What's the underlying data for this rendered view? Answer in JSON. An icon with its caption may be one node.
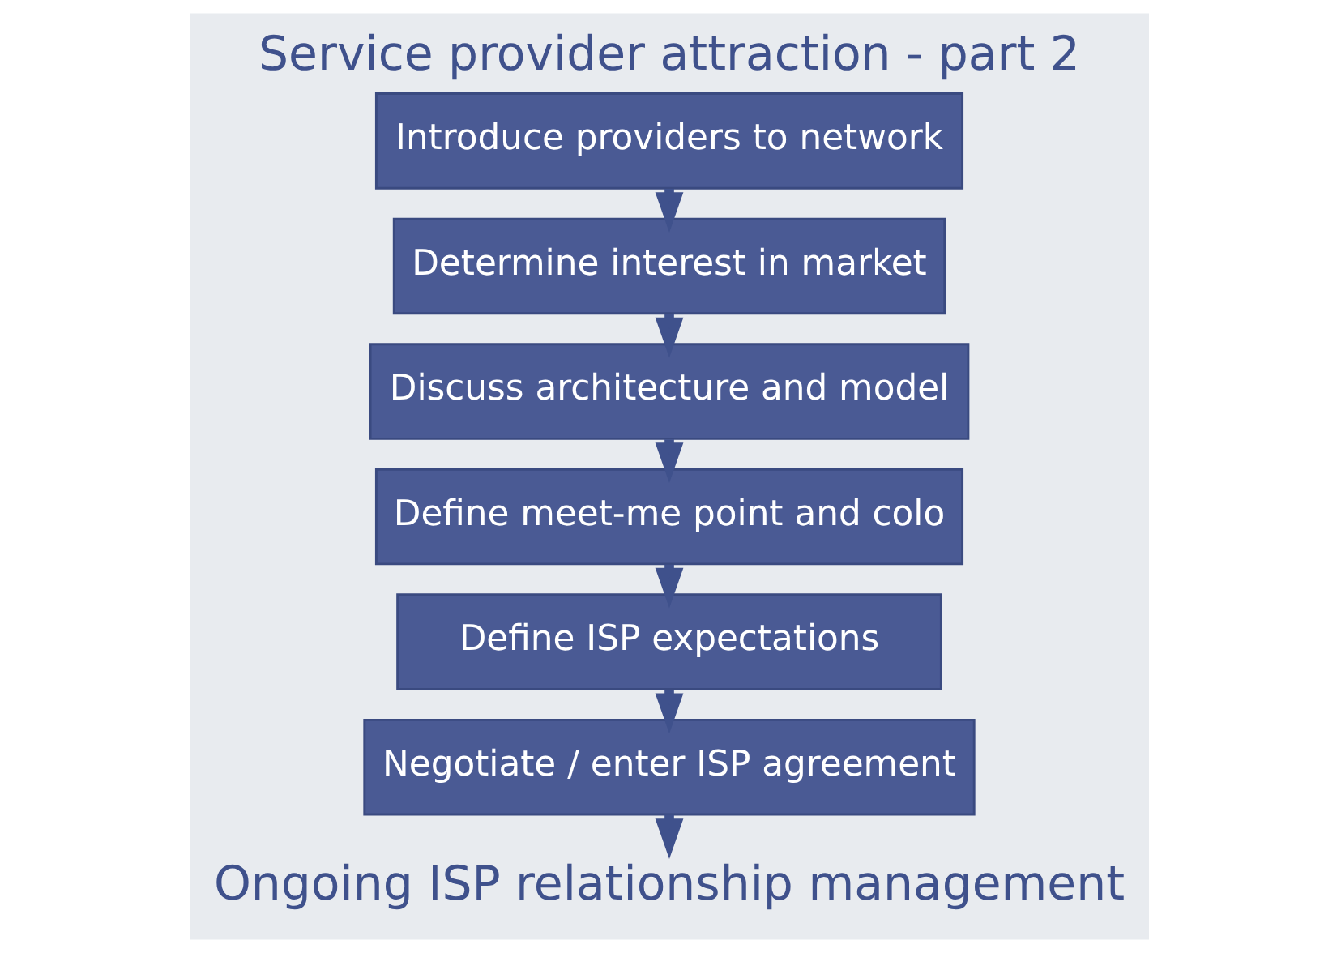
{
  "diagram": {
    "title": "Service provider attraction - part 2",
    "nodes": [
      {
        "text": [
          "Introduce providers to network"
        ]
      },
      {
        "text": [
          "Determine interest in market"
        ]
      },
      {
        "text": [
          "Discuss architecture and model"
        ]
      },
      {
        "text": [
          "Define meet-me point and colo"
        ]
      },
      {
        "text": [
          "Define ISP expectations"
        ]
      },
      {
        "text": [
          "Negotiate / enter ISP agreement"
        ]
      },
      {
        "text": [
          "Ongoing ISP relationship management"
        ]
      }
    ],
    "edges": [
      {
        "from": 0,
        "to": 1,
        "arrow": "to"
      },
      {
        "from": 1,
        "to": 2,
        "arrow": "to"
      },
      {
        "from": 2,
        "to": 3,
        "arrow": "to"
      },
      {
        "from": 3,
        "to": 4,
        "arrow": "to"
      },
      {
        "from": 4,
        "to": 5,
        "arrow": "to"
      },
      {
        "from": 5,
        "to": 6,
        "arrow": "to"
      }
    ]
  }
}
